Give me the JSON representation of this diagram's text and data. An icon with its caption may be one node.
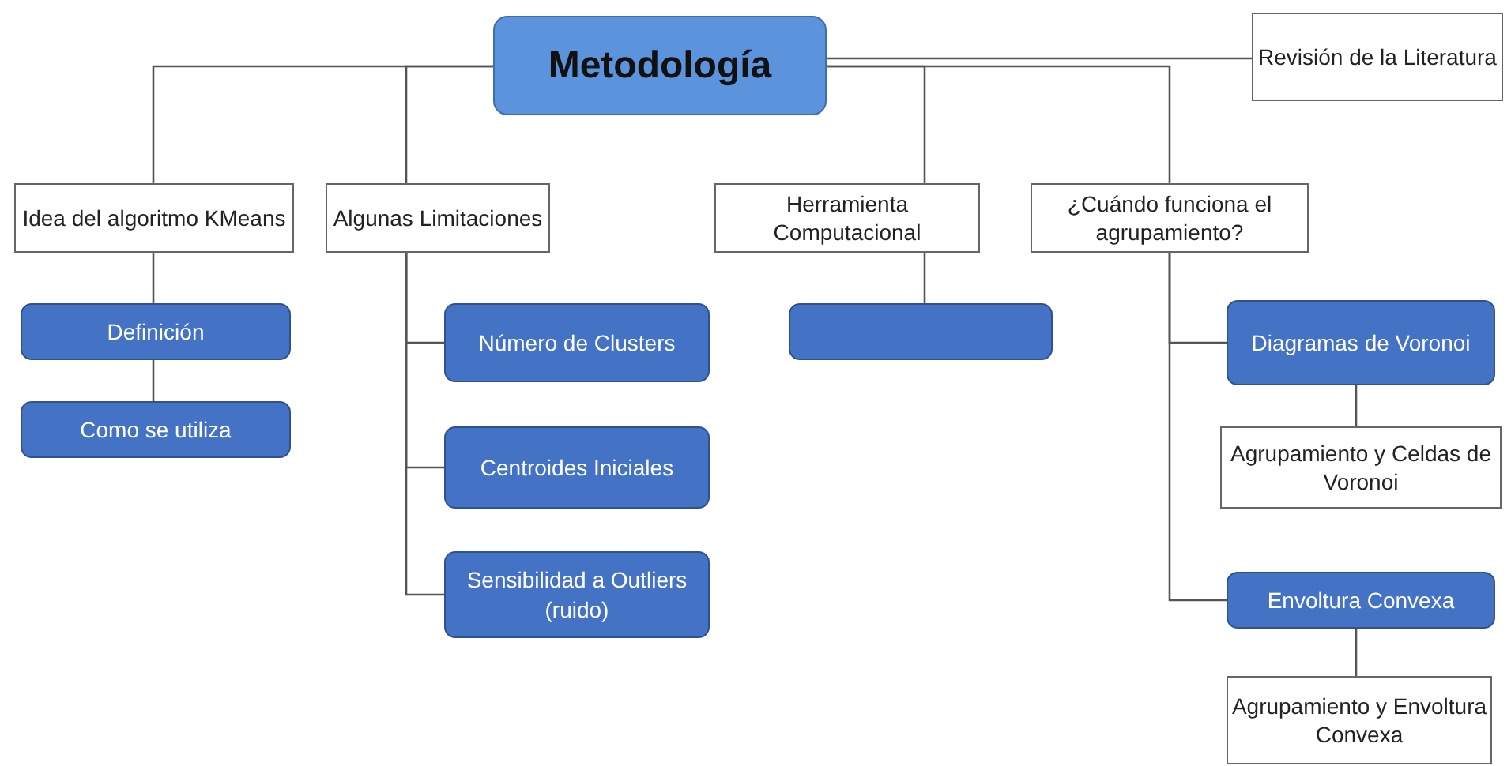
{
  "diagram": {
    "nodes": [
      {
        "text": [
          "Metodología"
        ]
      },
      {
        "text": [
          "Revisión de la Literatura"
        ]
      },
      {
        "text": [
          "Idea del algoritmo KMeans"
        ]
      },
      {
        "text": [
          "Algunas Limitaciones"
        ]
      },
      {
        "text": [
          "Herramienta Computacional"
        ]
      },
      {
        "text": [
          "¿Cuándo funciona el agrupamiento?"
        ]
      },
      {
        "text": [
          "Definición"
        ]
      },
      {
        "text": [
          "Como se utiliza"
        ]
      },
      {
        "text": [
          "Número de Clusters"
        ]
      },
      {
        "text": [
          "Centroides Iniciales"
        ]
      },
      {
        "text": [
          "Sensibilidad a Outliers (ruido)"
        ]
      },
      {
        "text": [],
        "shape": "box"
      },
      {
        "text": [
          "Diagramas de Voronoi"
        ]
      },
      {
        "text": [
          "Agrupamiento y Celdas de Voronoi"
        ]
      },
      {
        "text": [
          "Envoltura Convexa"
        ]
      },
      {
        "text": [
          "Agrupamiento y Envoltura Convexa"
        ]
      }
    ],
    "edges": [
      {
        "from": 0,
        "to": 1,
        "arrow": "none"
      },
      {
        "from": 0,
        "to": 2,
        "arrow": "none"
      },
      {
        "from": 0,
        "to": 3,
        "arrow": "none"
      },
      {
        "from": 0,
        "to": 4,
        "arrow": "none"
      },
      {
        "from": 0,
        "to": 5,
        "arrow": "none"
      },
      {
        "from": 2,
        "to": 6,
        "arrow": "none"
      },
      {
        "from": 6,
        "to": 7,
        "arrow": "none"
      },
      {
        "from": 3,
        "to": 8,
        "arrow": "none"
      },
      {
        "from": 3,
        "to": 9,
        "arrow": "none"
      },
      {
        "from": 3,
        "to": 10,
        "arrow": "none"
      },
      {
        "from": 4,
        "to": 11,
        "arrow": "none"
      },
      {
        "from": 5,
        "to": 12,
        "arrow": "none"
      },
      {
        "from": 12,
        "to": 13,
        "arrow": "none"
      },
      {
        "from": 5,
        "to": 14,
        "arrow": "none"
      },
      {
        "from": 14,
        "to": 15,
        "arrow": "none"
      }
    ]
  }
}
